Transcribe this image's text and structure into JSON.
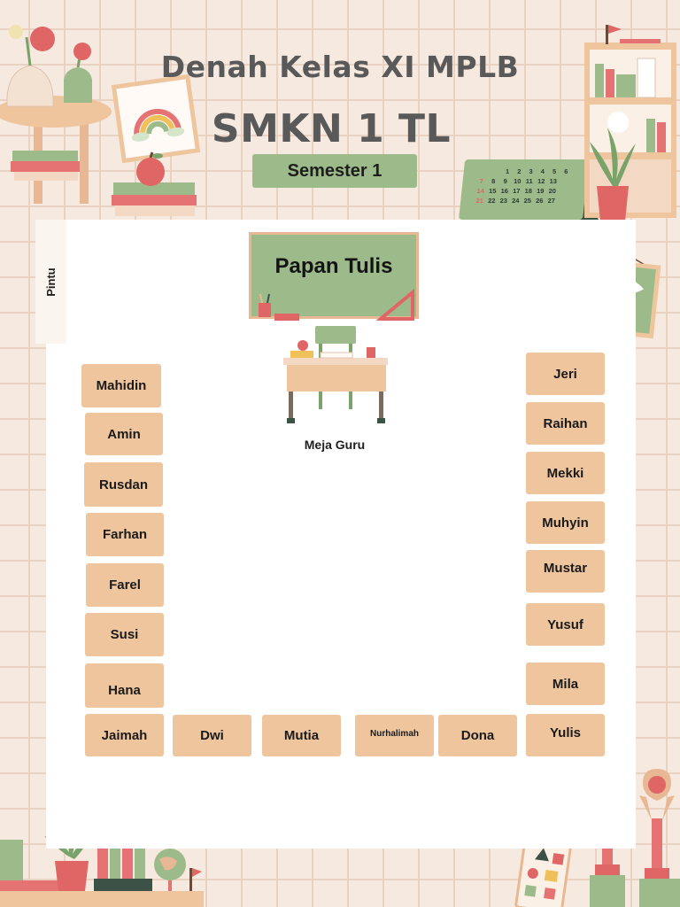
{
  "header": {
    "title": "Denah Kelas XI MPLB",
    "subtitle": "SMKN 1 TL",
    "semester": "Semester 1"
  },
  "room": {
    "door_label": "Pintu",
    "board_label": "Papan Tulis",
    "teacher_desk_label": "Meja Guru"
  },
  "calendar": {
    "rows": [
      [
        "",
        "",
        "1",
        "2",
        "3",
        "4",
        "5",
        "6"
      ],
      [
        "7",
        "8",
        "9",
        "10",
        "11",
        "12",
        "13"
      ],
      [
        "14",
        "15",
        "16",
        "17",
        "18",
        "19",
        "20"
      ],
      [
        "21",
        "22",
        "23",
        "24",
        "25",
        "26",
        "27"
      ]
    ]
  },
  "seats": {
    "left_column": [
      "Mahidin",
      "Amin",
      "Rusdan",
      "Farhan",
      "Farel",
      "Susi",
      "Hana",
      "Jaimah"
    ],
    "right_column": [
      "Jeri",
      "Raihan",
      "Mekki",
      "Muhyin",
      "Mustar",
      "Yusuf",
      "Mila",
      "Yulis"
    ],
    "bottom_row": [
      "Dwi",
      "Mutia",
      "Nurhalimah",
      "Dona"
    ]
  },
  "colors": {
    "background": "#f6e9df",
    "accent_green": "#9dbb8a",
    "seat": "#efc59e",
    "title": "#595959"
  }
}
